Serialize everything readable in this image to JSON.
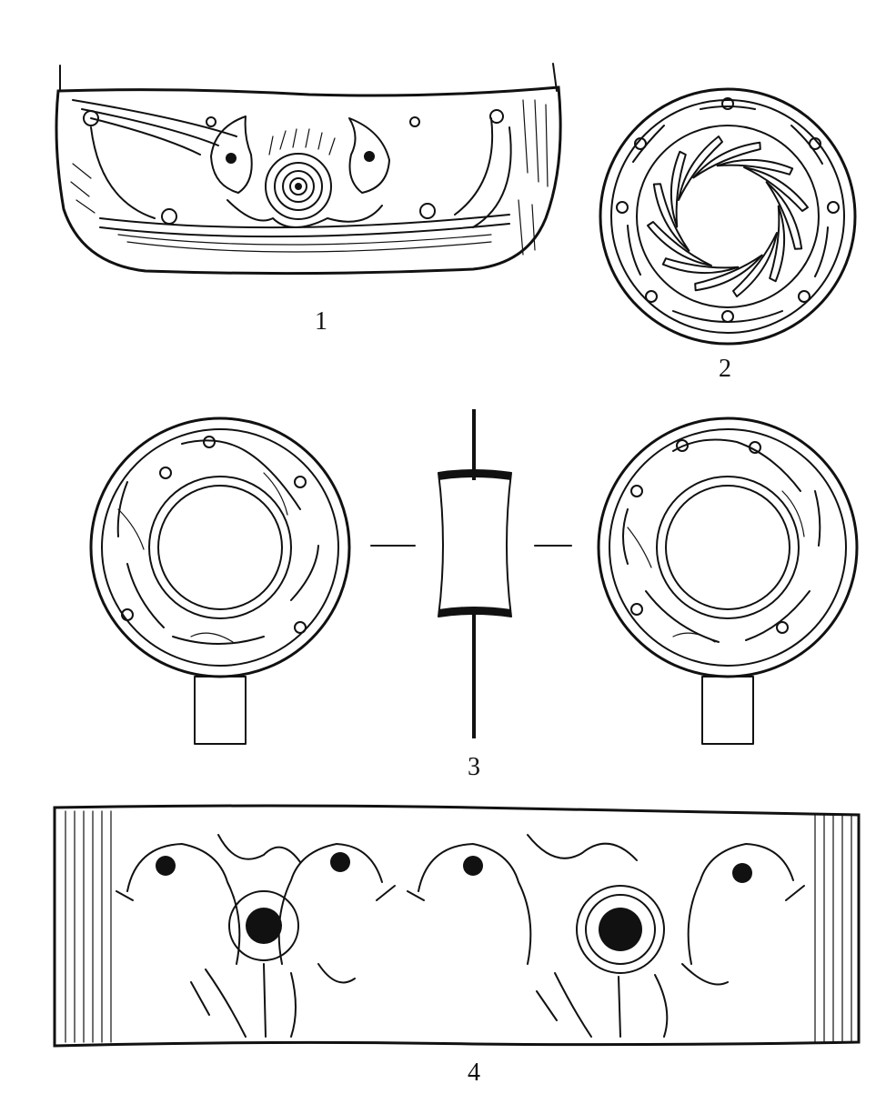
{
  "figures": [
    {
      "id": "fig-1",
      "label": "1"
    },
    {
      "id": "fig-2",
      "label": "2"
    },
    {
      "id": "fig-3",
      "label": "3"
    },
    {
      "id": "fig-4",
      "label": "4"
    }
  ],
  "colors": {
    "ink": "#111111",
    "paper": "#ffffff"
  }
}
